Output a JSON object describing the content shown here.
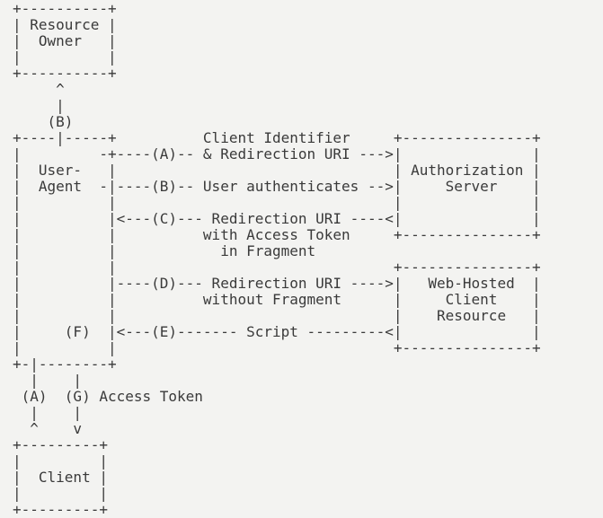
{
  "diagram": {
    "lines": [
      "+----------+",
      "| Resource |",
      "|  Owner   |",
      "|          |",
      "+----------+",
      "     ^",
      "     |",
      "    (B)",
      "+----|-----+          Client Identifier     +---------------+",
      "|         -+----(A)-- & Redirection URI --->|               |",
      "|  User-   |                                | Authorization |",
      "|  Agent  -|----(B)-- User authenticates -->|     Server    |",
      "|          |                                |               |",
      "|          |<---(C)--- Redirection URI ----<|               |",
      "|          |          with Access Token     +---------------+",
      "|          |            in Fragment",
      "|          |                                +---------------+",
      "|          |----(D)--- Redirection URI ---->|   Web-Hosted  |",
      "|          |          without Fragment      |     Client    |",
      "|          |                                |    Resource   |",
      "|     (F)  |<---(E)------- Script ---------<|               |",
      "|          |                                +---------------+",
      "+-|--------+",
      "  |    |",
      " (A)  (G) Access Token",
      "  |    |",
      "  ^    v",
      "+---------+",
      "|         |",
      "|  Client |",
      "|         |",
      "+---------+"
    ]
  }
}
